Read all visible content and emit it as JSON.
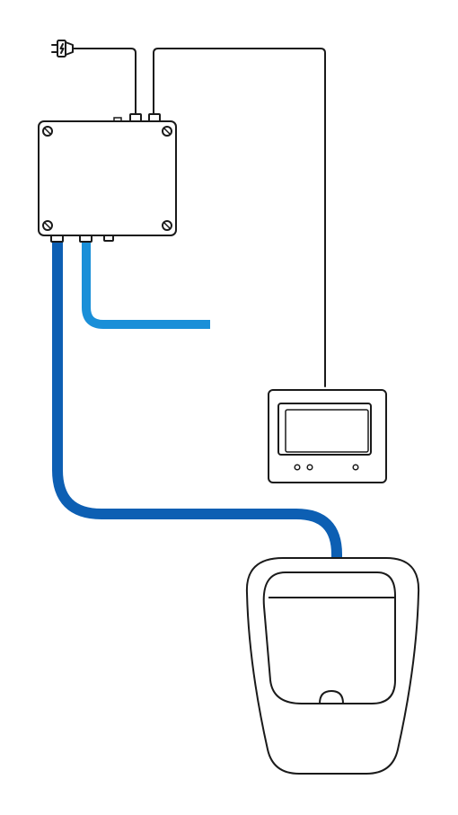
{
  "diagram": {
    "components": [
      {
        "id": "power-plug",
        "icon": "power-plug-icon"
      },
      {
        "id": "control-box"
      },
      {
        "id": "control-panel"
      },
      {
        "id": "urinal"
      }
    ],
    "connections": [
      {
        "from": "power-plug",
        "to": "control-box",
        "kind": "electric-cable"
      },
      {
        "from": "control-box",
        "to": "control-panel",
        "kind": "electric-cable"
      },
      {
        "from": "control-box",
        "to": "urinal",
        "kind": "water-pipe"
      },
      {
        "from": "control-box",
        "to": "water-supply",
        "kind": "water-pipe"
      }
    ],
    "colors": {
      "outline": "#1a1a1a",
      "supply_pipe": "#1a8fd8",
      "urinal_pipe": "#0d5fb3",
      "fill": "#ffffff"
    }
  }
}
